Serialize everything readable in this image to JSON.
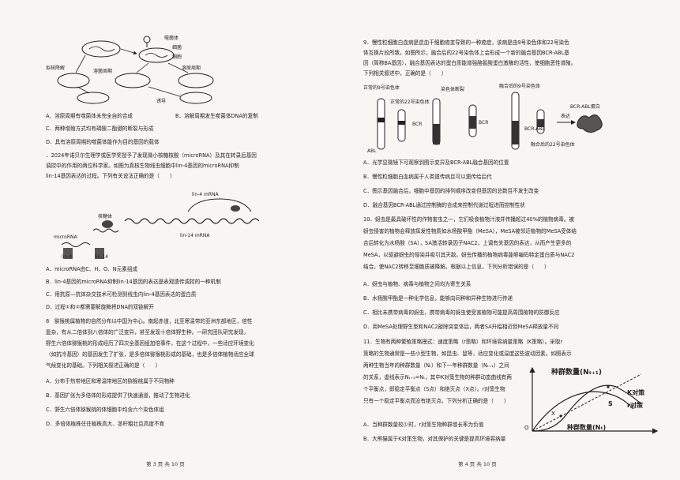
{
  "left": {
    "phage_figure": {
      "labels": [
        "噬菌体",
        "细菌",
        "细胞",
        "拟核降解",
        "溶菌周期",
        "溶原周期",
        "诱导"
      ]
    },
    "q_prev_options": [
      "A．溶原周期有噬菌体未完全自的合成",
      "B．溶解周期发生噬菌体DNA的复制",
      "C．两种增殖方式均有磷酸二酯键的断裂与形成",
      "D．具有溶原周期的噬菌体能作为目的基因的载体"
    ],
    "q7_stem": [
      "．2024年诺贝尔生理学或医学奖授予了发现微小核糖核酸（microRNA）及其在转录后基因",
      "调控中的作用的两位科学家。如图为真核生物线虫细胞中lin-4基因的microRNA抑制",
      "lin-14基因表达的过程。下列有关说法正确的是（　　）"
    ],
    "mirna_figure": {
      "labels": [
        "lin-4 mRNA",
        "核糖体",
        "microRNA",
        "lin-4",
        "lin-14",
        "lin-14 mRNA"
      ]
    },
    "q7_options": [
      "A．microRNA由C、H、O、N元素组成",
      "B．lin-4基因的microRNA抑制lin-14基因的表达是表观遗传调控的一种机制",
      "C．用抗原—抗体杂交技术可检测到线虫内lin-4基因表达的蛋白质",
      "D．过程①和②都需要解旋酶将DNA的双链解开"
    ],
    "q8_stem": [
      "8　猕猴桃属植物的自然分布以中国为中心。南起赤道，北至寒温带的亚洲东部地区，倍性",
      "复杂，有从二倍体到八倍体的广泛变异，甚至发现十倍体野生种。一研究团队研究发现，",
      "野生六倍体猕猴桃的形成经历了四次全基因组加倍事件，在这个过程中，一些适应环境变化",
      "（如抗冷基因）的基因发生了扩张，是多倍体猕猴桃形成的基础，也是多倍体植物适应全球",
      "气候变化的基础。下列相关叙述正确的是（　　）"
    ],
    "q8_options": [
      "A．分布于热带地区和寒温带地区的猕猴桃属于不同物种",
      "B．基因扩张为多倍体的形成提供了快速通道，推动了生物进化",
      "C．野生六倍体猕猴桃的体细胞中均含六个染色体组",
      "D．多倍体植株往往植株高大、茎秆粗壮且高度不育"
    ],
    "footer": "第 3 页 共 10 页"
  },
  "right": {
    "q9_stem": [
      "9．慢性粒细胞白血病是造血干细胞癌变导致的一种癌症，该病是由9号染色体和22号染色",
      "体互换片段所致。如图所示，融合后的22号染色体上会形成一个新的融合基因BCR-ABL基",
      "因（简称BA基因），融合基因表达的蛋白质能增强酪氨酸蛋白激酶的活性，使细胞恶性增殖。",
      "下列相关叙述中，正确的是（　　）"
    ],
    "chrom_figure": {
      "labels": [
        "正常的9号染色体",
        "正常的22号染色体",
        "BCR",
        "ABL",
        "染色体断裂",
        "BCR",
        "融合后的9号染色体",
        "BCR-ABL",
        "融合后的22号染色体",
        "表达",
        "BCR-ABL蛋白"
      ]
    },
    "q9_options": [
      "A．光学显微镜下可观察到图示变异及BCR-ABL融合基因的位置",
      "B．慢性粒细胞白血病属于人类遗传病且可以遗传给后代",
      "C．图示基因融合后，细胞中基因的排列顺序改变但基因的总数目不发生改变",
      "D．融合基因BCR-ABL通过控制酶的合成来控制代谢过程进而控制性状"
    ],
    "q10_stem": [
      "10．蚜虫是最具破坏性的作物害虫之一，它们吸食植物汁液并传播超过40%的植物病毒。被",
      "蚜虫侵害的植物会释放挥发性物质如水杨酸甲酯（MeSA），MeSA被邻近植物的MeSA受体结",
      "合后转化为水杨酸（SA），SA激活转录因子NAC2，上调有关基因的表达，从而产生更多的",
      "MeSA，以驱避蚜虫的侵染并吸引其天敌。蚜虫传播的植物病毒能够编码特定蛋白质与NAC2",
      "结合，使NAC2转移至细胞质被降解。根据以上信息，下列分析错误的是（　　）"
    ],
    "q10_options": [
      "A．蚜虫与植物、病毒与植物之间均为寄生关系",
      "B．水杨酸甲酯是一种化学信息，能够向同种和异种生物进行传递",
      "C．相比未携带病毒的蚜虫，携带病毒的蚜虫使受害植物可能提高周围植物的防御反应",
      "D．用MeSA处理野生型和NAC2敲除突变体后，两者SA升幅相近但MeSA释放量不同"
    ],
    "q11_stem": [
      "11．生物有两种繁殖策略模式：速度策略（r策略）和环境容纳量策略（K策略）。采取r",
      "策略的生物通常是一些小型生物，如昆虫、鼠等，适应变化或温度这些波动因素。如图表示",
      "两种生物当年的种群数量（Nₜ）和下一年种群数量（Nₜ₊₁）之间",
      "的关系，虚线表示Nₜ₊₁=Nₜ，其中K对策生物的种群动态曲线有两",
      "个平衡点，即稳定平衡点（S点）和绝灭点（X点）。r对策生物",
      "只有一个稳定平衡点而没有绝灭点。下列分析正确的是（　　）"
    ],
    "q11_options": [
      "A．当种群数量较少时，r对策生物种群增长率为负值",
      "B．大熊猫属于K对策生物，对其保护的关键是提高环境容纳量"
    ],
    "graph": {
      "ylabel": "种群数量(Nₜ₊₁)",
      "xlabel": "种群数量(Nₜ)",
      "k_label": "K对策",
      "r_label": "r对策",
      "s_label": "S",
      "x_label": "X",
      "origin": "O"
    },
    "footer": "第 4 页 共 10 页"
  }
}
